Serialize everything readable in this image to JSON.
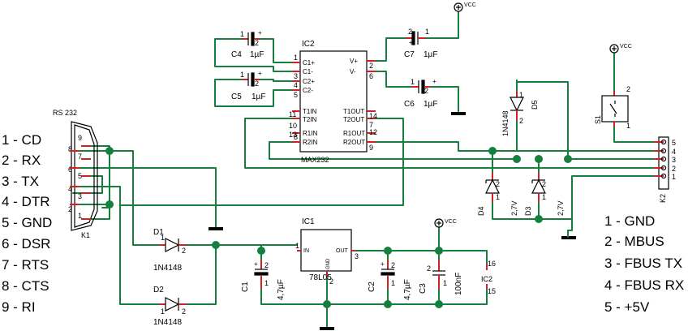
{
  "connector": {
    "title": "RS 232",
    "ref": "K1",
    "pins": [
      "9",
      "8",
      "7",
      "6",
      "5",
      "4",
      "3",
      "2",
      "1"
    ]
  },
  "serial_pins": [
    "1 - CD",
    "2 - RX",
    "3 - TX",
    "4 - DTR",
    "5 - GND",
    "6 - DSR",
    "7 - RTS",
    "8 - CTS",
    "9 - RI"
  ],
  "phone_pins": [
    "1 - GND",
    "2 - MBUS",
    "3 - FBUS TX",
    "4 - FBUS RX",
    "5 - +5V"
  ],
  "ic2": {
    "ref": "IC2",
    "part": "MAX232",
    "left_pins": [
      "C1+",
      "C1-",
      "C2+",
      "C2-",
      "T1IN",
      "T2IN",
      "R1IN",
      "R2IN"
    ],
    "right_pins": [
      "V+",
      "V-",
      "T1OUT",
      "T2OUT",
      "R1OUT",
      "R2OUT"
    ],
    "left_nums": [
      "1",
      "3",
      "4",
      "5",
      "11",
      "10",
      "13",
      "8"
    ],
    "right_nums": [
      "2",
      "6",
      "14",
      "7",
      "12",
      "9"
    ]
  },
  "ic1": {
    "ref": "IC1",
    "part": "78L05",
    "in": "IN",
    "out": "OUT",
    "gnd": "GND",
    "pin_in": "1",
    "pin_out": "3",
    "pin_gnd": "2"
  },
  "caps": {
    "c4": {
      "ref": "C4",
      "val": "1µF"
    },
    "c5": {
      "ref": "C5",
      "val": "1µF"
    },
    "c7": {
      "ref": "C7",
      "val": "1µF"
    },
    "c6": {
      "ref": "C6",
      "val": "1µF"
    },
    "c1": {
      "ref": "C1",
      "val": "4,7µF"
    },
    "c2": {
      "ref": "C2",
      "val": "4,7µF"
    },
    "c3": {
      "ref": "C3",
      "val": "100nF"
    }
  },
  "diodes": {
    "d1": {
      "ref": "D1",
      "part": "1N4148"
    },
    "d2": {
      "ref": "D2",
      "part": "1N4148"
    },
    "d5": {
      "ref": "D5",
      "part": "1N4148"
    },
    "d4": {
      "ref": "D4",
      "val": "2,7V"
    },
    "d3": {
      "ref": "D3",
      "val": "2,7V"
    }
  },
  "switch": {
    "ref": "S1"
  },
  "k2": {
    "ref": "K2",
    "pins": [
      "5",
      "4",
      "3",
      "2",
      "1"
    ]
  },
  "ic2_power": {
    "ref": "IC2",
    "p16": "16",
    "p15": "15"
  },
  "vcc": "VCC",
  "pin_1": "1",
  "pin_2": "2"
}
